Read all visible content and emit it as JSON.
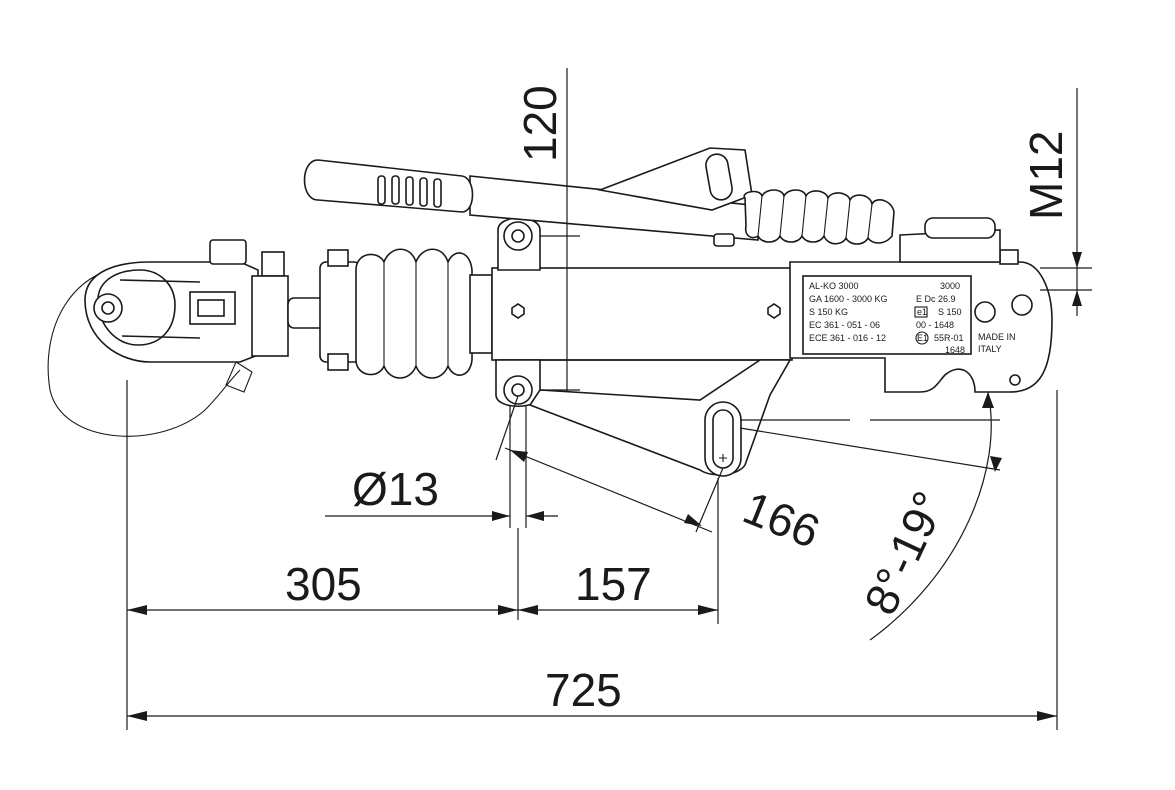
{
  "dimensions": {
    "height_120": "120",
    "thread_m12": "M12",
    "hole_dia": "Ø13",
    "slot_166": "166",
    "angle_range": "8°-19°",
    "offset_305": "305",
    "offset_157": "157",
    "overall_725": "725"
  },
  "plate": {
    "line1_left": "AL-KO 3000",
    "line1_right": "3000",
    "line2_left": "GA  1600 - 3000 KG",
    "line2_right": "E  Dc 26.9",
    "line3_left": "S  150 KG",
    "line3_right": "S 150",
    "line4_left": "EC   361 - 051 - 06",
    "line4_right": "00 - 1648",
    "line5_left": "ECE 361 - 016 - 12",
    "line5_right": "55R-01",
    "line6_right": "1648",
    "badge_e": "e1",
    "badge_E": "E1"
  },
  "side_marking": {
    "line1": "MADE IN",
    "line2": "ITALY"
  }
}
